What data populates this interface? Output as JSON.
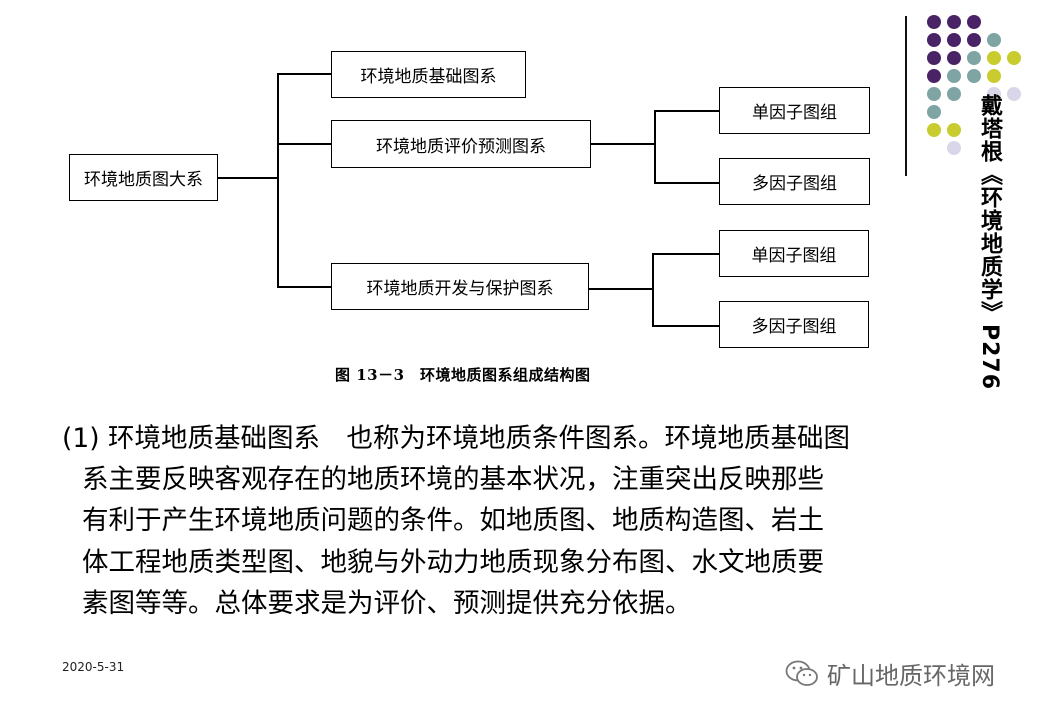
{
  "diagram": {
    "root": "环境地质图大系",
    "branches": [
      {
        "label": "环境地质基础图系",
        "children": []
      },
      {
        "label": "环境地质评价预测图系",
        "children": [
          "单因子图组",
          "多因子图组"
        ]
      },
      {
        "label": "环境地质开发与保护图系",
        "children": [
          "单因子图组",
          "多因子图组"
        ]
      }
    ],
    "caption": "图 13－3　环境地质图系组成结构图"
  },
  "side_title": "戴塔根《环境地质学》P276",
  "paragraph_lines": [
    "(1) 环境地质基础图系　也称为环境地质条件图系。环境地质基础图",
    "系主要反映客观存在的地质环境的基本状况，注重突出反映那些",
    "有利于产生环境地质问题的条件。如地质图、地质构造图、岩土",
    "体工程地质类型图、地貌与外动力地质现象分布图、水文地质要",
    "素图等等。总体要求是为评价、预测提供充分依据。"
  ],
  "date": "2020-5-31",
  "watermark": "矿山地质环境网",
  "colors": {
    "purple": "#4a2366",
    "teal": "#7fa4a4",
    "lime": "#c9cc2e",
    "lavender": "#d8d6e8"
  }
}
